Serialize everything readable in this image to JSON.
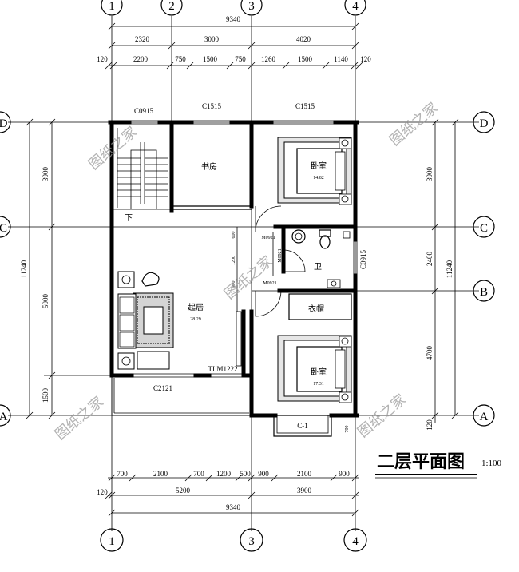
{
  "title": "二层平面图",
  "scale": "1:100",
  "watermark": "图纸之家",
  "axes": {
    "col_top": [
      "1",
      "2",
      "3",
      "4"
    ],
    "col_bottom": [
      "1",
      "3",
      "4"
    ],
    "row_left": [
      "D",
      "C",
      "A"
    ],
    "row_right": [
      "D",
      "C",
      "B",
      "A"
    ]
  },
  "dims": {
    "top_total": "9340",
    "top_row1": [
      "2320",
      "3000",
      "4020"
    ],
    "top_row2": [
      "120",
      "2200",
      "750",
      "1500",
      "750",
      "1260",
      "1500",
      "1140",
      "120"
    ],
    "bottom_row1": [
      "700",
      "2100",
      "700",
      "1200",
      "500",
      "900",
      "2100",
      "900"
    ],
    "bottom_row2": [
      "120",
      "5200",
      "3900"
    ],
    "bottom_total": "9340",
    "left_outer": "11240",
    "left_inner": [
      "3900",
      "5000",
      "1500"
    ],
    "right_outer": "11240",
    "right_inner": [
      "3900",
      "2400",
      "4700",
      "120"
    ],
    "interior": [
      "600",
      "1200",
      "900",
      "700"
    ]
  },
  "openings": {
    "top": [
      "C0915",
      "C1515",
      "C1515"
    ],
    "bottom": [
      "C2121",
      "TLM1222"
    ],
    "doors": [
      "M0921",
      "M0921",
      "M0921"
    ],
    "side": "C0915",
    "balcony": "C-1"
  },
  "rooms": {
    "study": "书房",
    "bed1": "卧室",
    "bed1_area": "14.82",
    "bath": "卫",
    "closet": "衣帽",
    "living": "起居",
    "living_area": "28.29",
    "bed2": "卧室",
    "bed2_area": "17.31",
    "stair_down": "下"
  }
}
